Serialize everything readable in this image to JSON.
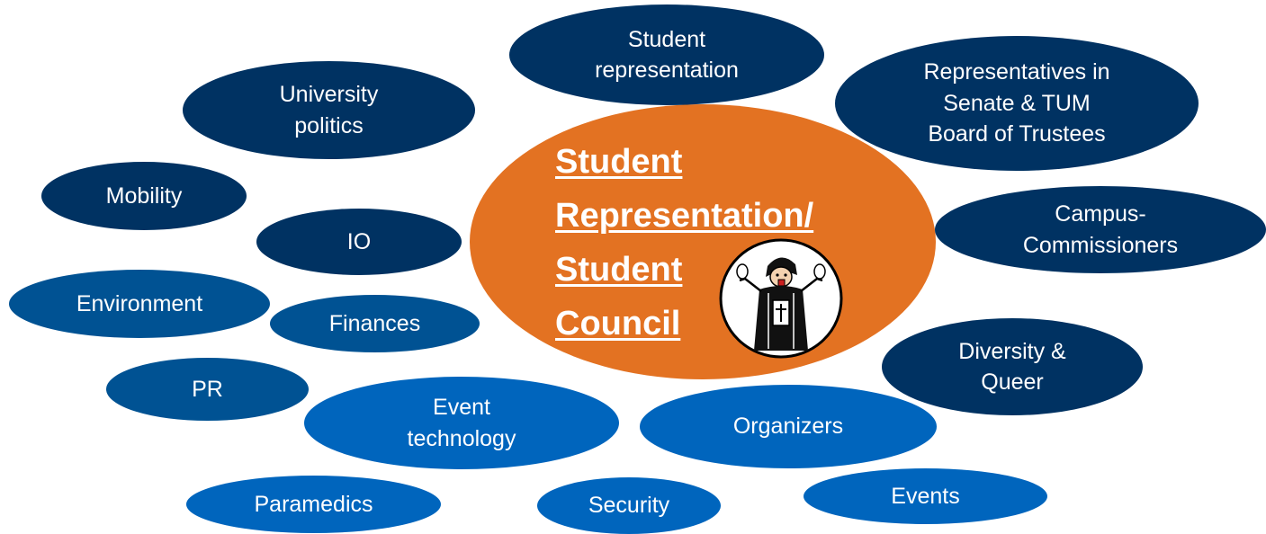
{
  "center": {
    "title": "Student\nRepresentation/\nStudent\nCouncil",
    "color": "#e37222"
  },
  "colors": {
    "dark": "#003262",
    "mid": "#005293",
    "light": "#0065bd"
  },
  "bubbles": {
    "student_representation": "Student\nrepresentation",
    "representatives": "Representatives in\nSenate & TUM\nBoard of Trustees",
    "university_politics": "University\npolitics",
    "mobility": "Mobility",
    "io": "IO",
    "campus_commissioners": "Campus-\nCommissioners",
    "environment": "Environment",
    "finances": "Finances",
    "diversity": "Diversity &\nQueer",
    "pr": "PR",
    "event_technology": "Event\ntechnology",
    "organizers": "Organizers",
    "paramedics": "Paramedics",
    "security": "Security",
    "events": "Events"
  }
}
